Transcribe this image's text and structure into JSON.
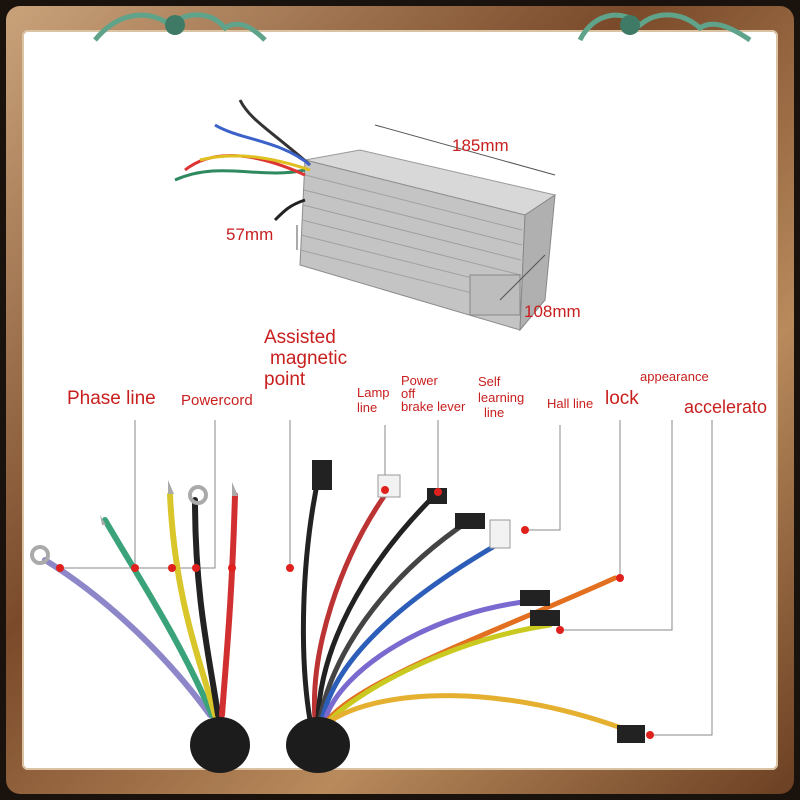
{
  "dimensions": {
    "length": "185mm",
    "height": "57mm",
    "width": "108mm"
  },
  "labels": {
    "phase_line": "Phase line",
    "powercord": "Powercord",
    "assisted_1": "Assisted",
    "assisted_2": "magnetic",
    "assisted_3": "point",
    "lamp_1": "Lamp",
    "lamp_2": "line",
    "power_1": "Power",
    "power_2": "off",
    "power_3": "brake lever",
    "self_1": "Self",
    "self_2": "learning",
    "self_3": "line",
    "hall": "Hall line",
    "lock": "lock",
    "appearance": "appearance",
    "accelerator": "accelerato"
  },
  "colors": {
    "label_red": "#c8201f",
    "frame_brown": "#8a5a34",
    "wire_purple": "#8d87c9",
    "wire_green": "#3aa37a",
    "wire_yellow": "#d9c62a",
    "wire_red": "#d23030"
  }
}
